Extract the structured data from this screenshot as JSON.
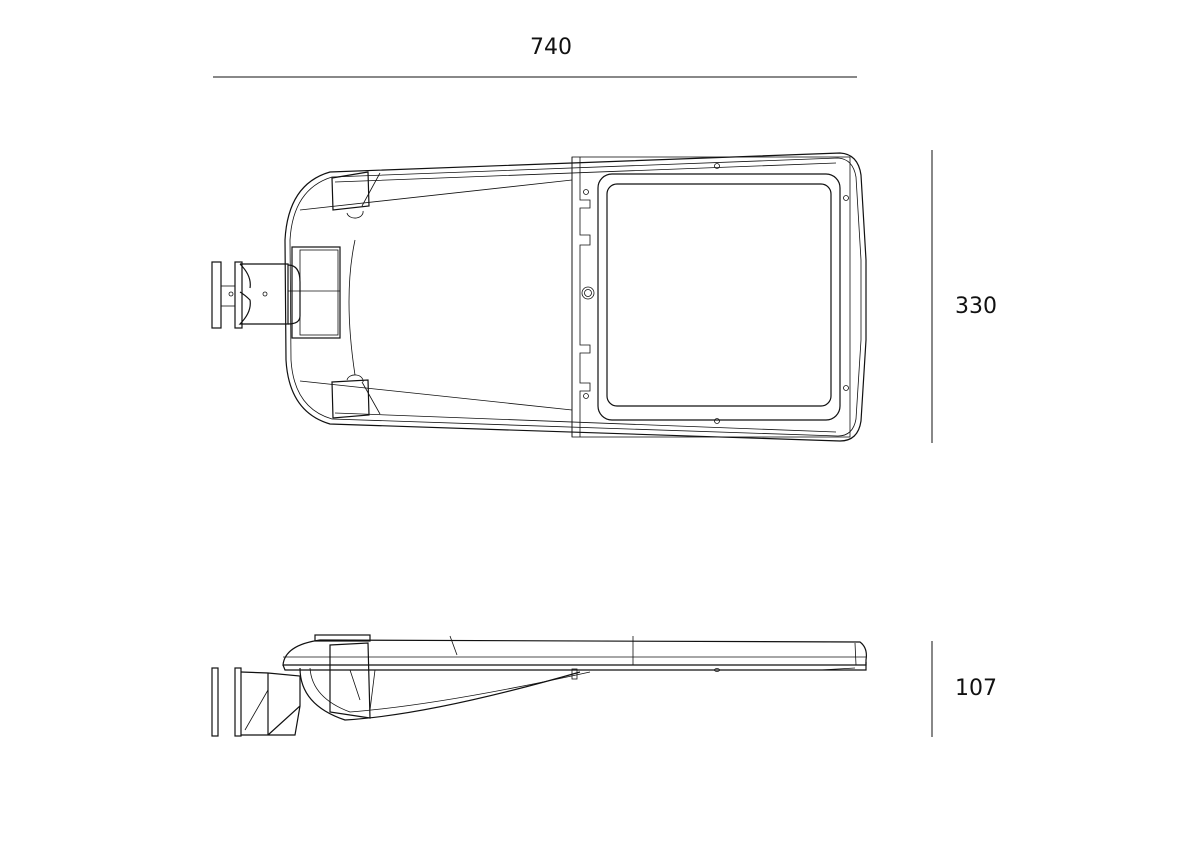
{
  "dimensions": {
    "length": "740",
    "width": "330",
    "height": "107"
  },
  "views": {
    "top": "top-view",
    "side": "side-view"
  }
}
